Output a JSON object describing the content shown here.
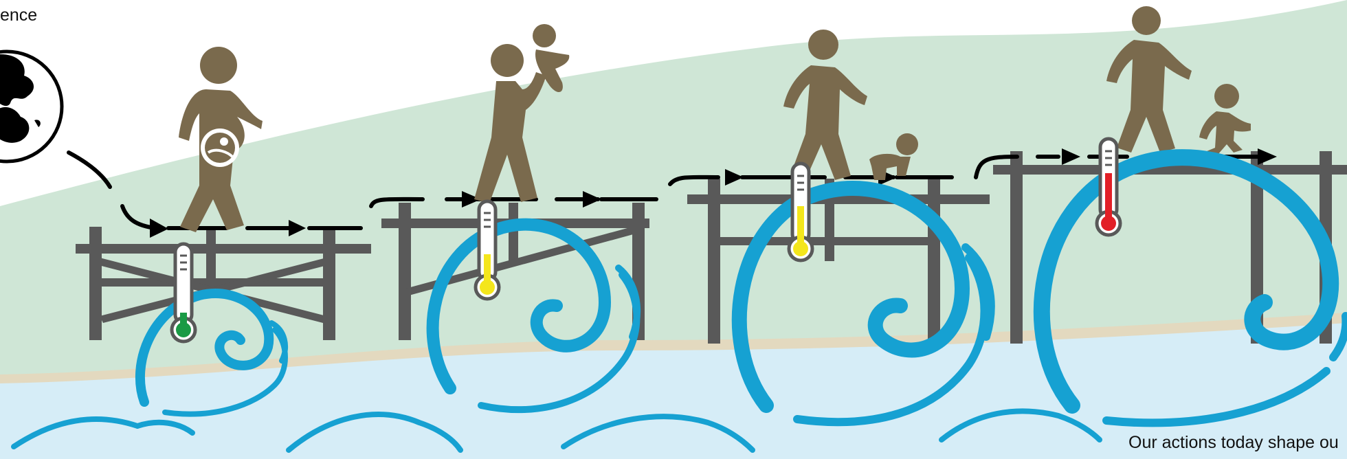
{
  "texts": {
    "top_left_fragment": "ence",
    "bottom_right_fragment": "Our actions today shape ou"
  },
  "colors": {
    "hill": "#cfe6d6",
    "sand": "#e3d9bf",
    "sea": "#d6edf7",
    "wave": "#16a1d2",
    "pier": "#595959",
    "person": "#7a6a4d",
    "arrow": "#000000",
    "thermo_green": "#1a9a45",
    "thermo_yellow": "#f4e61c",
    "thermo_red": "#e21f26"
  },
  "stages": [
    {
      "name": "pregnancy",
      "thermometer_level": 0.12,
      "thermometer_color": "green"
    },
    {
      "name": "infant",
      "thermometer_level": 0.45,
      "thermometer_color": "yellow"
    },
    {
      "name": "toddler",
      "thermometer_level": 0.6,
      "thermometer_color": "yellow"
    },
    {
      "name": "child",
      "thermometer_level": 0.78,
      "thermometer_color": "red"
    }
  ],
  "icons": [
    "globe-icon",
    "pregnant-person-icon",
    "adult-holding-baby-icon",
    "adult-walking-icon",
    "crawling-baby-icon",
    "child-walking-icon",
    "thermometer-icon",
    "wave-icon",
    "pier-icon",
    "arrow-icon"
  ]
}
